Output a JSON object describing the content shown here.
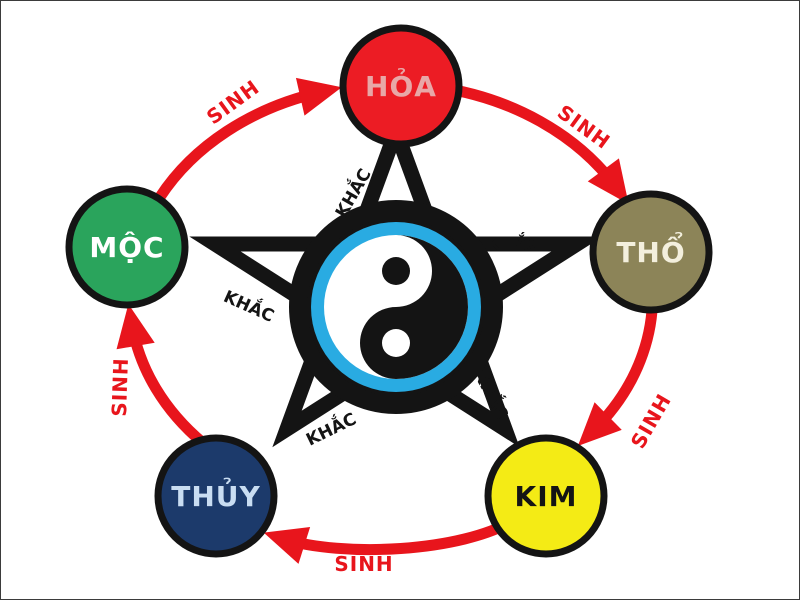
{
  "frame": {
    "background": "#ffffff",
    "border_color": "#3b3b3b"
  },
  "cycle": {
    "generate_label": "SINH",
    "overcome_label": "KHẮC",
    "arrow_color": "#e8151c",
    "sinh_text_color": "#e8151c",
    "star_color": "#141414",
    "khac_text_color": "#141414",
    "yinyang_ring_color": "#29abe2",
    "yinyang_dark_color": "#141414",
    "yinyang_light_color": "#ffffff"
  },
  "elements": [
    {
      "name": "HỎA",
      "fill": "#ec1c24",
      "label_color": "#e8a7a7"
    },
    {
      "name": "THỔ",
      "fill": "#8c8458",
      "label_color": "#f3efdd"
    },
    {
      "name": "KIM",
      "fill": "#f4eb15",
      "label_color": "#141414"
    },
    {
      "name": "THỦY",
      "fill": "#1c3a6b",
      "label_color": "#c9ddf2"
    },
    {
      "name": "MỘC",
      "fill": "#2aa45c",
      "label_color": "#ffffff"
    }
  ]
}
